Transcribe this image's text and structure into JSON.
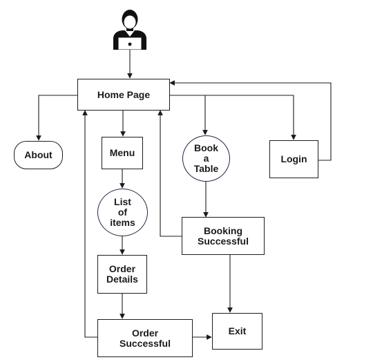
{
  "diagram": {
    "type": "flowchart",
    "actor": {
      "icon": "user-icon"
    },
    "nodes": {
      "home": {
        "label": "Home Page",
        "shape": "rectangle"
      },
      "about": {
        "label": "About",
        "shape": "rounded-rectangle"
      },
      "menu": {
        "label": "Menu",
        "shape": "rectangle"
      },
      "book": {
        "label": "Book\na\nTable",
        "shape": "oval"
      },
      "login": {
        "label": "Login",
        "shape": "rectangle"
      },
      "list": {
        "label": "List\nof\nitems",
        "shape": "oval"
      },
      "booking": {
        "label": "Booking\nSuccessful",
        "shape": "rectangle"
      },
      "order_details": {
        "label": "Order\nDetails",
        "shape": "rectangle"
      },
      "order_success": {
        "label": "Order\nSuccessful",
        "shape": "rectangle"
      },
      "exit": {
        "label": "Exit",
        "shape": "rectangle"
      }
    },
    "edges": [
      {
        "from": "user",
        "to": "home"
      },
      {
        "from": "home",
        "to": "about"
      },
      {
        "from": "home",
        "to": "menu"
      },
      {
        "from": "home",
        "to": "book"
      },
      {
        "from": "home",
        "to": "login"
      },
      {
        "from": "login",
        "to": "home"
      },
      {
        "from": "menu",
        "to": "list"
      },
      {
        "from": "list",
        "to": "order_details"
      },
      {
        "from": "order_details",
        "to": "order_success"
      },
      {
        "from": "order_success",
        "to": "exit"
      },
      {
        "from": "order_success",
        "to": "home"
      },
      {
        "from": "book",
        "to": "booking"
      },
      {
        "from": "booking",
        "to": "home"
      },
      {
        "from": "booking",
        "to": "exit"
      }
    ],
    "colors": {
      "line": "#1a1a1a",
      "oval_border": "#1d2a44",
      "text": "#1a1a1a"
    }
  }
}
